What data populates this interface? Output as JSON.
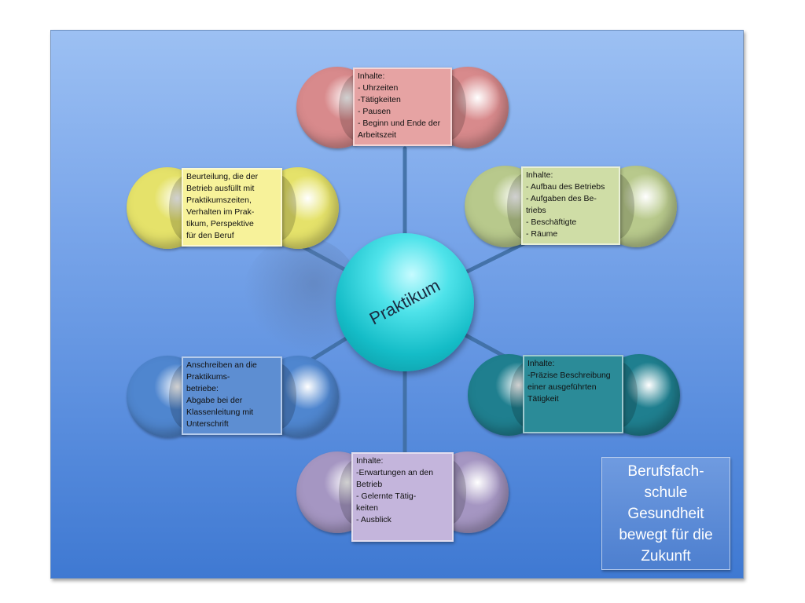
{
  "hub": {
    "label": "Praktikum"
  },
  "nodes": {
    "top": {
      "text": "Inhalte:\n- Uhrzeiten\n-Tätigkeiten\n- Pausen\n- Beginn und Ende der\n              Arbeitszeit",
      "cap_color": "#d88a8c",
      "box_color": "#e6a3a3"
    },
    "upper_left": {
      "text": "Beurteilung, die der\nBetrieb ausfüllt mit\nPraktikumszeiten,\nVerhalten im Prak-\ntikum, Perspektive\nfür den Beruf",
      "cap_color": "#e5e26a",
      "box_color": "#f7f29a"
    },
    "upper_right": {
      "text": "Inhalte:\n- Aufbau des Betriebs\n- Aufgaben des Be-\n            triebs\n- Beschäftigte\n- Räume",
      "cap_color": "#b8c98c",
      "box_color": "#cfdda6"
    },
    "lower_left": {
      "text": "Anschreiben an die\nPraktikums-\nbetriebe:\nAbgabe bei der\nKlassenleitung mit\nUnterschrift",
      "cap_color": "#4f86cf",
      "box_color": "#5d8ed2"
    },
    "lower_right": {
      "text": "Inhalte:\n-Präzise Beschreibung\neiner ausgeführten\nTätigkeit",
      "cap_color": "#1f7f8f",
      "box_color": "#2b8b98"
    },
    "bottom": {
      "text": "Inhalte:\n-Erwartungen an den\n             Betrieb\n- Gelernte Tätig-\n            keiten\n-  Ausblick",
      "cap_color": "#a596c2",
      "box_color": "#c4b5dc"
    }
  },
  "branding": {
    "text": "Berufsfach-\nschule\nGesundheit\nbewegt für die\nZukunft"
  }
}
